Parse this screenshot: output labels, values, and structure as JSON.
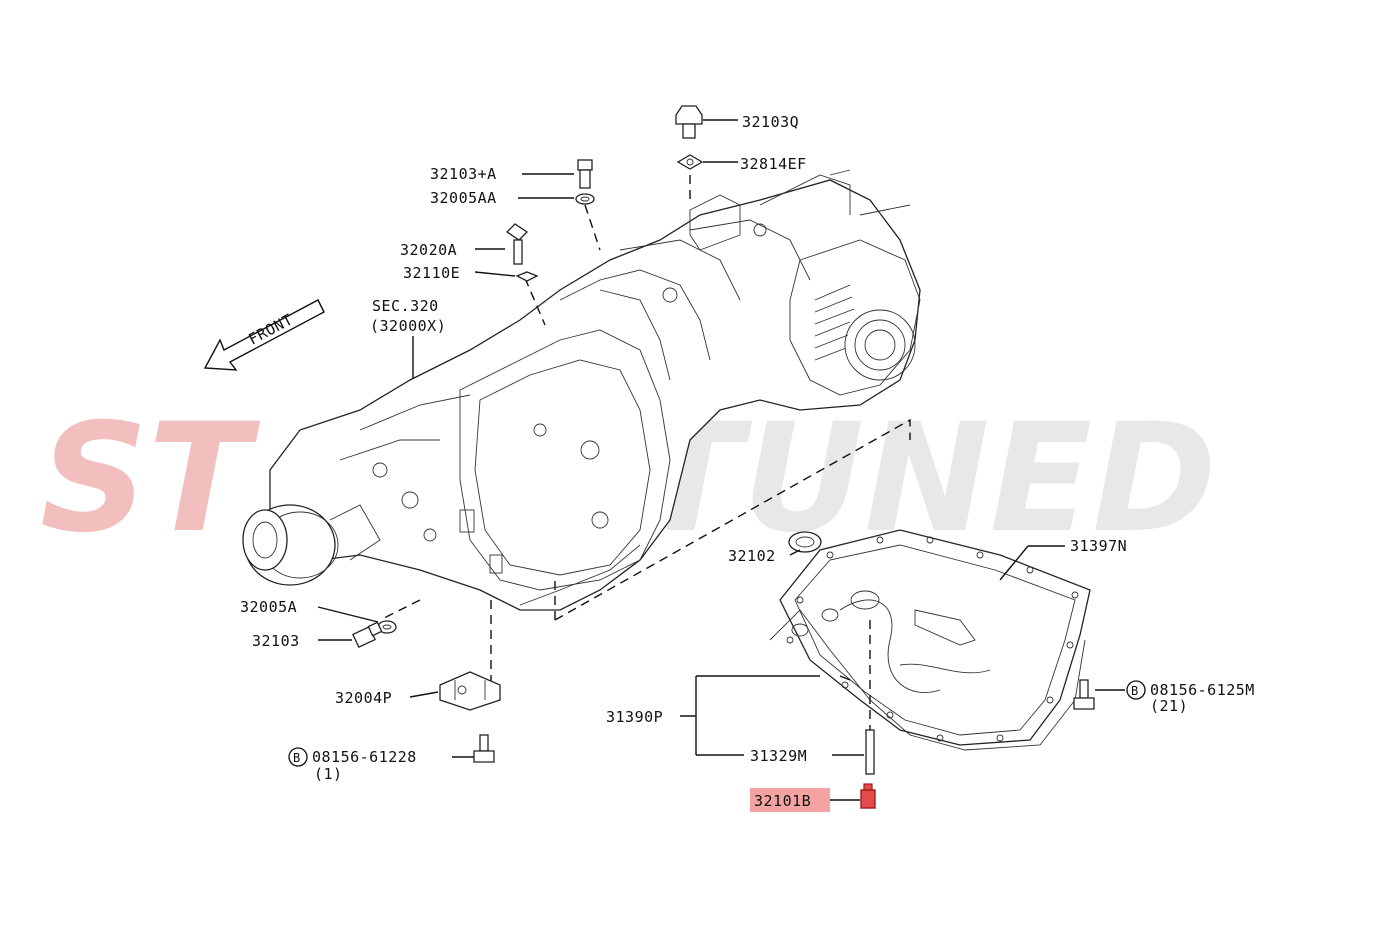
{
  "watermark": {
    "text_a": "ST",
    "text_b": "TUNED",
    "color_a": "#f2b8b8",
    "color_b": "#e6e6e6"
  },
  "highlight_color": "#f4a3a3",
  "front_arrow": {
    "label": "FRONT"
  },
  "sec_ref": {
    "line1": "SEC.320",
    "line2": "(32000X)"
  },
  "parts": {
    "p32103Q": "32103Q",
    "p32814EF": "32814EF",
    "p32103A": "32103+A",
    "p32005AA": "32005AA",
    "p32020A": "32020A",
    "p32110E": "32110E",
    "p32102": "32102",
    "p31397N": "31397N",
    "p32005A": "32005A",
    "p32103": "32103",
    "p32004P": "32004P",
    "p31390P": "31390P",
    "p31329M": "31329M",
    "p32101B": "32101B"
  },
  "bolts": {
    "b1_symbol": "B",
    "b1_part": "08156-61228",
    "b1_qty": "(1)",
    "b2_symbol": "B",
    "b2_part": "08156-6125M",
    "b2_qty": "(21)"
  }
}
